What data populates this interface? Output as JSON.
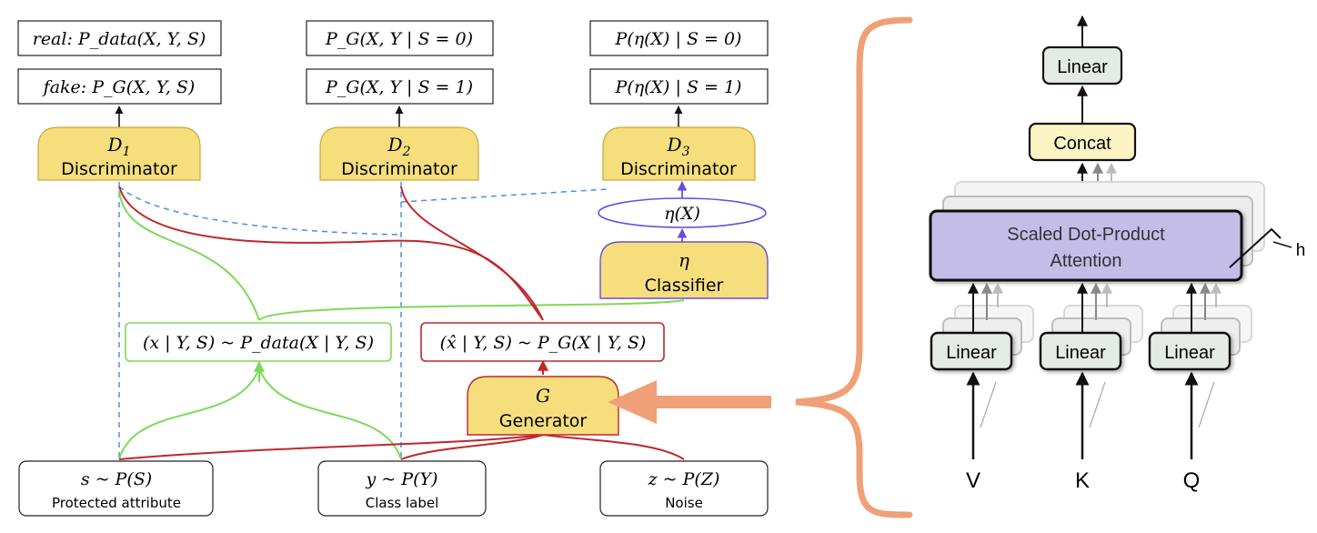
{
  "left": {
    "outputs": {
      "d1_real": "real: P_data(X, Y, S)",
      "d1_fake": "fake: P_G(X, Y, S)",
      "d2_s0": "P_G(X, Y | S = 0)",
      "d2_s1": "P_G(X, Y | S = 1)",
      "d3_s0": "P(η(X) | S = 0)",
      "d3_s1": "P(η(X) | S = 1)"
    },
    "discriminators": [
      {
        "symbol": "D",
        "sub": "1",
        "label": "Discriminator"
      },
      {
        "symbol": "D",
        "sub": "2",
        "label": "Discriminator"
      },
      {
        "symbol": "D",
        "sub": "3",
        "label": "Discriminator"
      }
    ],
    "eta_output": "η(X)",
    "classifier": {
      "symbol": "η",
      "label": "Classifier"
    },
    "real_sample": "(x | Y, S) ~ P_data(X | Y, S)",
    "fake_sample": "(x̂ | Y, S) ~ P_G(X | Y, S)",
    "generator": {
      "symbol": "G",
      "label": "Generator"
    },
    "inputs": [
      {
        "formula": "s ~ P(S)",
        "label": "Protected attribute"
      },
      {
        "formula": "y ~ P(Y)",
        "label": "Class label"
      },
      {
        "formula": "z ~ P(Z)",
        "label": "Noise"
      }
    ]
  },
  "right": {
    "linear_top": "Linear",
    "concat": "Concat",
    "attention_line1": "Scaled Dot-Product",
    "attention_line2": "Attention",
    "heads_label": "h",
    "linears": [
      "Linear",
      "Linear",
      "Linear"
    ],
    "inputs": [
      "V",
      "K",
      "Q"
    ]
  },
  "colors": {
    "yellow": "#f7de7d",
    "purple": "#c4bde8",
    "light_yellow": "#fbf3c4",
    "gray_box": "#e4ebe6",
    "red": "#c0262c",
    "green": "#7ed957",
    "blue": "#4a90e2",
    "violet": "#6a4ce0",
    "orange": "#f0a078"
  }
}
